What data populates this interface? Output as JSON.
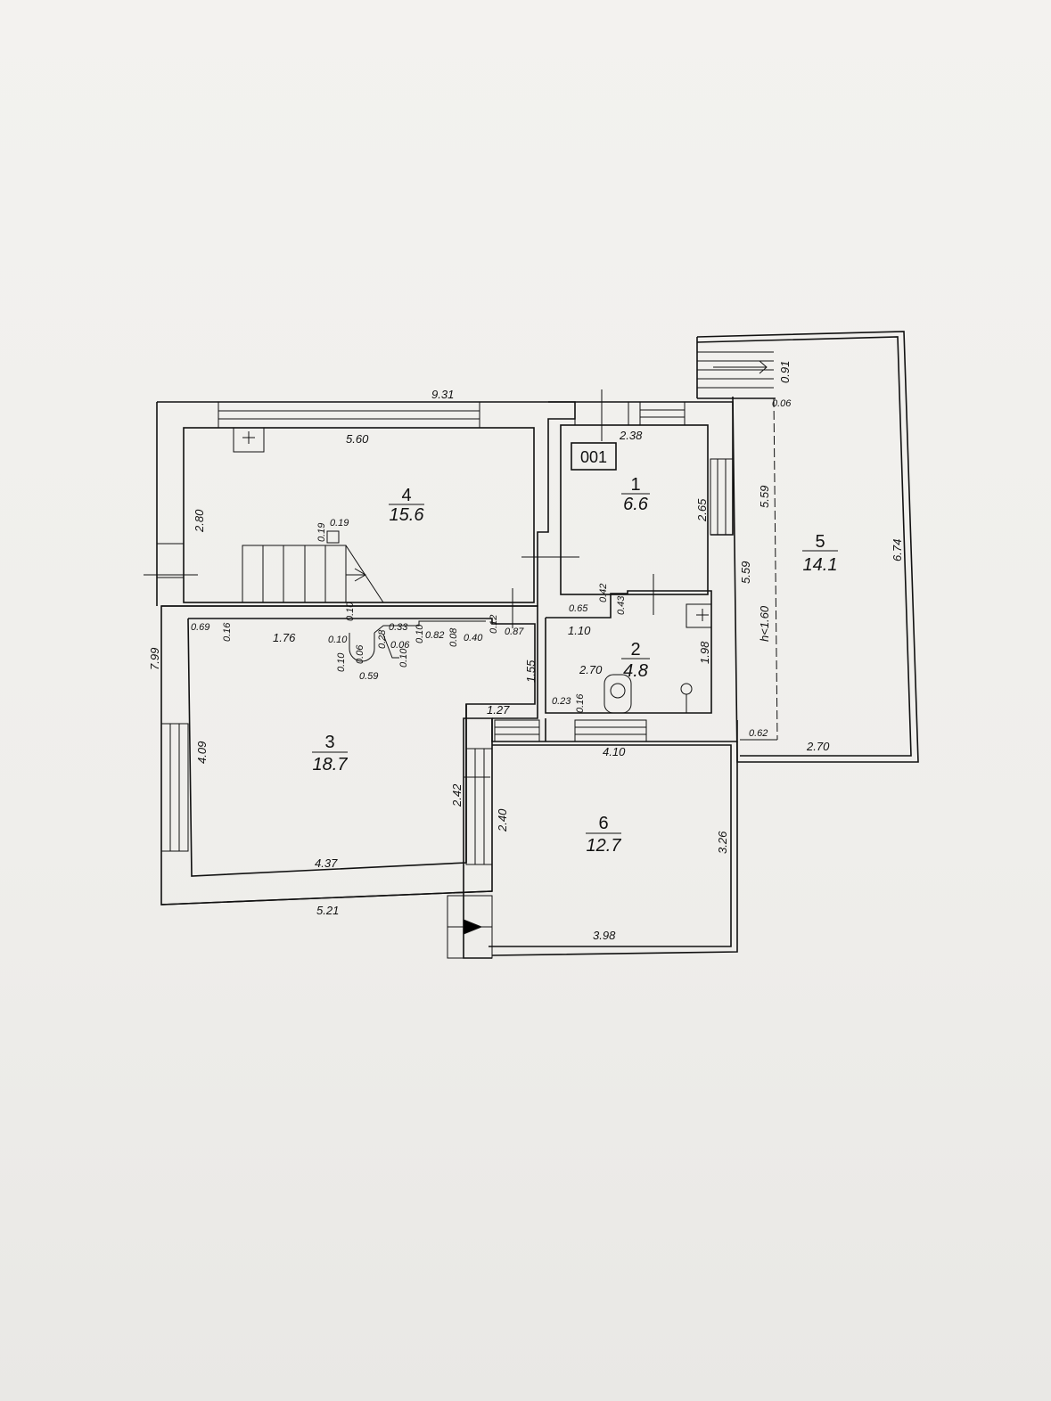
{
  "plan_code": "001",
  "rooms": [
    {
      "number": "1",
      "area": "6.6"
    },
    {
      "number": "2",
      "area": "4.8"
    },
    {
      "number": "3",
      "area": "18.7"
    },
    {
      "number": "4",
      "area": "15.6"
    },
    {
      "number": "5",
      "area": "14.1"
    },
    {
      "number": "6",
      "area": "12.7"
    }
  ],
  "dimensions": {
    "overall_top": "9.31",
    "overall_left": "7.99",
    "bottom_left": "5.21",
    "r4_width": "5.60",
    "r4_height": "2.80",
    "r4_vent_a": "0.19",
    "r4_vent_b": "0.19",
    "r1_width": "2.38",
    "r1_height": "2.65",
    "r5_stair": "0.91",
    "r5_gap": "0.06",
    "r5_inner_height": "5.59",
    "r5_outer_height": "6.74",
    "r5_left_height": "5.59",
    "r5_headroom": "h<1.60",
    "r5_left_width": "0.62",
    "r5_width": "2.70",
    "r2_a": "0.65",
    "r2_b": "0.42",
    "r2_c": "0.43",
    "r2_d": "1.10",
    "r2_height": "1.98",
    "r2_width": "2.70",
    "r2_e": "0.23",
    "r2_f": "0.16",
    "corridor_width": "4.10",
    "r3_a": "0.69",
    "r3_b": "0.16",
    "r3_c": "1.76",
    "r3_d": "0.10",
    "r3_e": "0.10",
    "r3_f": "0.10",
    "r3_g": "0.06",
    "r3_h": "0.28",
    "r3_i": "0.06",
    "r3_j": "0.10",
    "r3_k": "0.10",
    "r3_l": "0.33",
    "r3_m": "0.82",
    "r3_n": "0.08",
    "r3_o": "0.40",
    "r3_p": "0.12",
    "r3_q": "0.87",
    "r3_r": "0.59",
    "r3_s": "1.55",
    "r3_t": "1.27",
    "r3_height": "4.09",
    "r3_width": "4.37",
    "r3_u": "2.42",
    "r6_height_left": "2.40",
    "r6_height_right": "3.26",
    "r6_width": "3.98"
  }
}
